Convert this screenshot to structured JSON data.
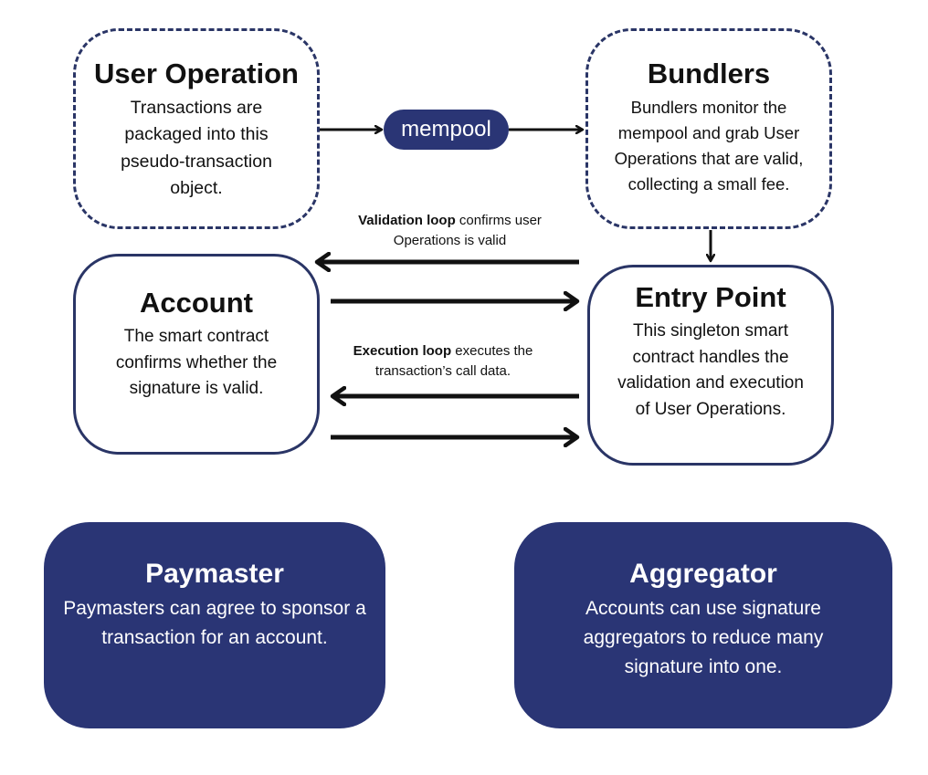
{
  "user_operation": {
    "title": "User Operation",
    "description": "Transactions are packaged into this pseudo-transaction object."
  },
  "mempool": {
    "label": "mempool"
  },
  "bundlers": {
    "title": "Bundlers",
    "description": "Bundlers monitor the mempool and grab User Operations that are valid, collecting a small fee."
  },
  "validation_loop": {
    "bold": "Validation loop",
    "text": " confirms user Operations is valid"
  },
  "account": {
    "title": "Account",
    "description": "The smart contract confirms whether the signature is valid."
  },
  "entry_point": {
    "title": "Entry Point",
    "description": "This singleton smart contract handles the validation and execution of User Operations."
  },
  "execution_loop": {
    "bold": "Execution loop",
    "text": " executes the transaction’s call data."
  },
  "paymaster": {
    "title": "Paymaster",
    "description": "Paymasters can agree to sponsor a transaction for an account."
  },
  "aggregator": {
    "title": "Aggregator",
    "description": "Accounts can use signature aggregators to reduce many signature into one."
  },
  "colors": {
    "navy": "#2a3575",
    "border": "#2a3566",
    "arrow": "#111111"
  }
}
